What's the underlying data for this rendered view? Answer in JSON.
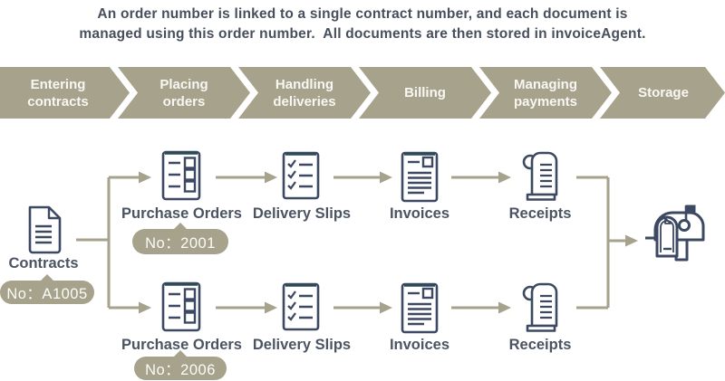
{
  "title": {
    "line1": "An order number is linked to a single contract number, and each document is",
    "line2": "managed using this order number.  All documents are then stored in invoiceAgent."
  },
  "process_steps": [
    {
      "lines": [
        "Entering",
        "contracts"
      ]
    },
    {
      "lines": [
        "Placing",
        "orders"
      ]
    },
    {
      "lines": [
        "Handling",
        "deliveries"
      ]
    },
    {
      "lines": [
        "Billing"
      ]
    },
    {
      "lines": [
        "Managing",
        "payments"
      ]
    },
    {
      "lines": [
        "Storage"
      ]
    }
  ],
  "flow": {
    "contracts": {
      "label": "Contracts",
      "badge": "No：A1005",
      "icon": "contract-document-icon"
    },
    "rows": [
      {
        "purchase_orders": {
          "label": "Purchase Orders",
          "badge": "No：2001",
          "icon": "order-list-icon"
        },
        "delivery_slips": {
          "label": "Delivery Slips",
          "icon": "checklist-icon"
        },
        "invoices": {
          "label": "Invoices",
          "icon": "invoice-document-icon"
        },
        "receipts": {
          "label": "Receipts",
          "icon": "receipt-icon"
        }
      },
      {
        "purchase_orders": {
          "label": "Purchase Orders",
          "badge": "No：2006",
          "icon": "order-list-icon"
        },
        "delivery_slips": {
          "label": "Delivery Slips",
          "icon": "checklist-icon"
        },
        "invoices": {
          "label": "Invoices",
          "icon": "invoice-document-icon"
        },
        "receipts": {
          "label": "Receipts",
          "icon": "receipt-icon"
        }
      }
    ],
    "storage": {
      "icon": "mailbox-icon"
    }
  },
  "colors": {
    "accent_olive": "#a6a28b",
    "ink_slate": "#3d4962",
    "teal_accent": "#2d4b55",
    "title_text": "#474f5d",
    "label_text": "#4b5462",
    "badge_text": "#fbfbf8",
    "background": "#ffffff"
  }
}
